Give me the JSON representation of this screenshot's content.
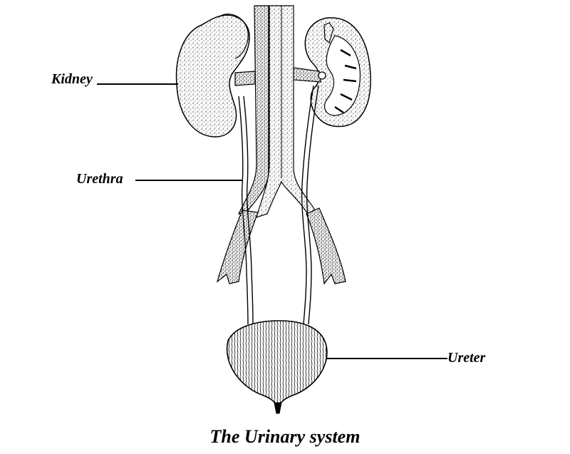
{
  "labels": {
    "kidney": "Kidney",
    "urethra": "Urethra",
    "ureter": "Ureter"
  },
  "caption": "The Urinary system",
  "colors": {
    "ink": "#000000",
    "paper": "#ffffff",
    "stipple": "#555555"
  }
}
